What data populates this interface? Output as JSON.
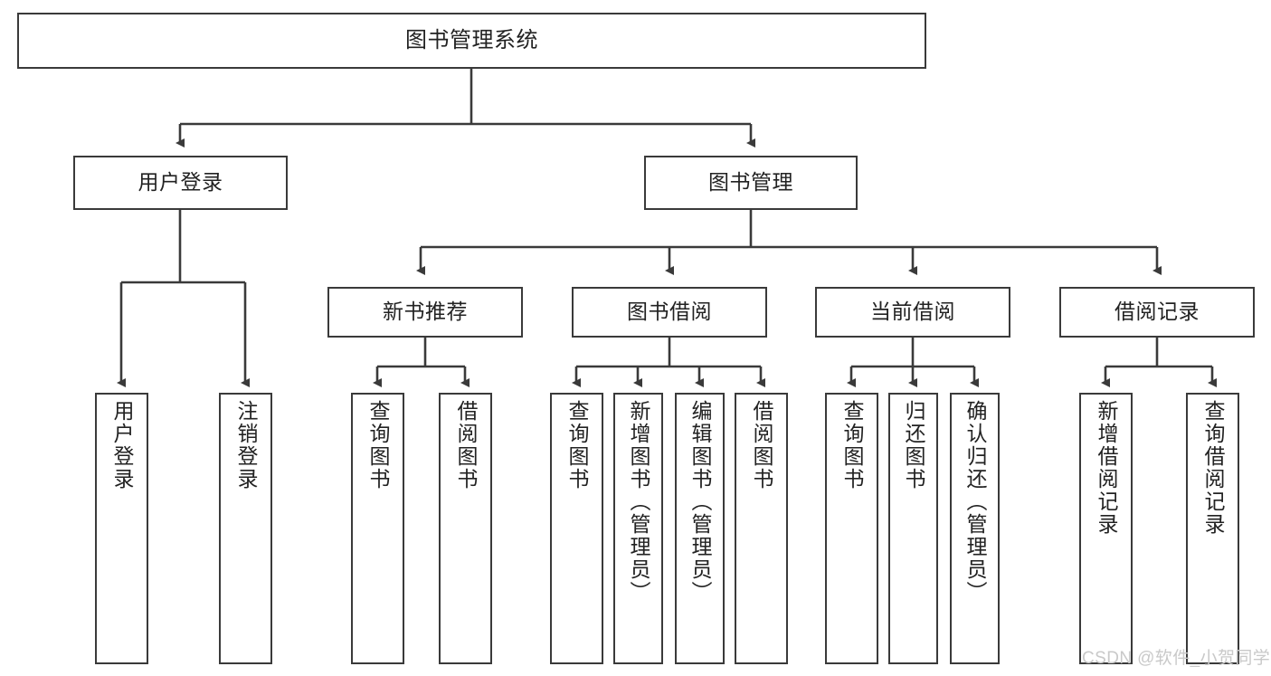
{
  "diagram": {
    "title": "图书管理系统",
    "type": "tree",
    "stroke_color": "#3a3a3a",
    "fill_color": "#ffffff",
    "text_color": "#222222"
  },
  "nodes": {
    "root": {
      "label": "图书管理系统"
    },
    "level2": [
      {
        "id": "user-login",
        "label": "用户登录"
      },
      {
        "id": "book-manage",
        "label": "图书管理"
      }
    ],
    "level3": [
      {
        "id": "new-book-recommend",
        "label": "新书推荐"
      },
      {
        "id": "book-borrow",
        "label": "图书借阅"
      },
      {
        "id": "current-borrow",
        "label": "当前借阅"
      },
      {
        "id": "borrow-record",
        "label": "借阅记录"
      }
    ],
    "leaves": {
      "user_login": [
        {
          "id": "leaf-user-login",
          "label": "用户登录"
        },
        {
          "id": "leaf-logout-login",
          "label": "注销登录"
        }
      ],
      "new_book_recommend": [
        {
          "id": "leaf-query-book-1",
          "label": "查询图书"
        },
        {
          "id": "leaf-borrow-book-1",
          "label": "借阅图书"
        }
      ],
      "book_borrow": [
        {
          "id": "leaf-query-book-2",
          "label": "查询图书"
        },
        {
          "id": "leaf-add-book",
          "label": "新增图书（管理员）"
        },
        {
          "id": "leaf-edit-book",
          "label": "编辑图书（管理员）"
        },
        {
          "id": "leaf-borrow-book-2",
          "label": "借阅图书"
        }
      ],
      "current_borrow": [
        {
          "id": "leaf-query-book-3",
          "label": "查询图书"
        },
        {
          "id": "leaf-return-book",
          "label": "归还图书"
        },
        {
          "id": "leaf-confirm-return",
          "label": "确认归还（管理员）"
        }
      ],
      "borrow_record": [
        {
          "id": "leaf-add-record",
          "label": "新增借阅记录"
        },
        {
          "id": "leaf-query-record",
          "label": "查询借阅记录"
        }
      ]
    }
  },
  "watermark": {
    "text": "CSDN @软件_小贺同学"
  }
}
